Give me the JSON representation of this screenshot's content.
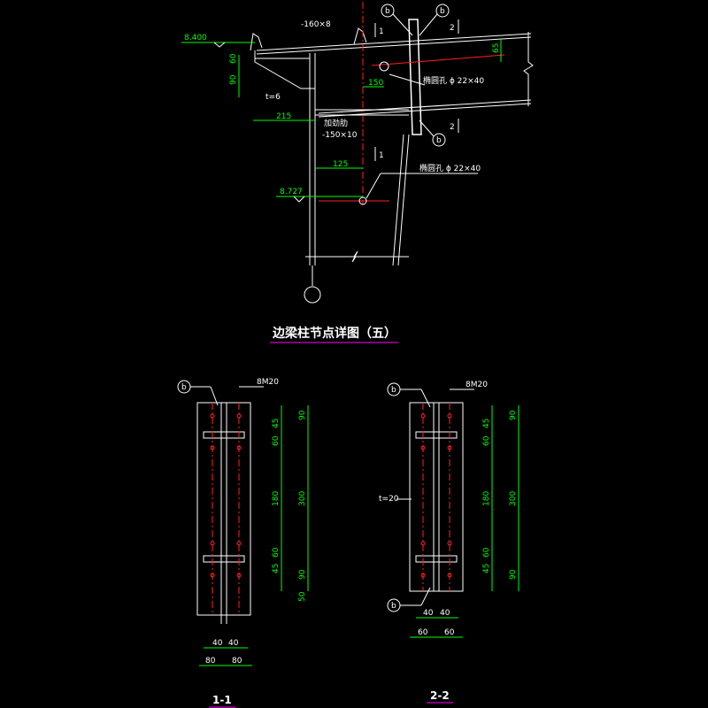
{
  "main_view": {
    "title": "边梁柱节点详图（五）",
    "elev_top": "8.400",
    "elev_bottom": "8.727",
    "plate_label": "-160×8",
    "t_label": "t=6",
    "dim_90": "90",
    "dim_60": "60",
    "dim_150": "150",
    "dim_215": "215",
    "dim_125": "125",
    "dim_65": "65",
    "stiffener_label": "加劲肋",
    "stiffener_size": "-150×10",
    "hole_label_1": "椭圆孔 ϕ 22×40",
    "hole_label_2": "椭圆孔 ϕ 22×40",
    "bolt_tag": "b",
    "sec1_mark": "1",
    "sec2_mark": "2"
  },
  "section_1": {
    "name": "1-1",
    "bolt_tag": "b",
    "bolt_label": "8M20",
    "dims_right_inner": [
      "45",
      "60",
      "180",
      "60",
      "45"
    ],
    "dims_right_outer": [
      "90",
      "300",
      "90"
    ],
    "dim_bottom_small": "50",
    "dims_bottom_inner": [
      "40",
      "40"
    ],
    "dims_bottom_outer": [
      "80",
      "80"
    ]
  },
  "section_2": {
    "name": "2-2",
    "bolt_tag_top": "b",
    "bolt_tag_bottom": "b",
    "bolt_label": "8M20",
    "thickness_label": "t=20",
    "dims_right_inner": [
      "45",
      "60",
      "180",
      "60",
      "45"
    ],
    "dims_right_outer": [
      "90",
      "300",
      "90"
    ],
    "dims_bottom_inner": [
      "40",
      "40"
    ],
    "dims_bottom_outer": [
      "60",
      "60"
    ]
  },
  "colors": {
    "background": "#000000",
    "lines": "#ffffff",
    "dimensions": "#00ff00",
    "bolts": "#ff2020",
    "title_underline": "#ff00ff"
  }
}
